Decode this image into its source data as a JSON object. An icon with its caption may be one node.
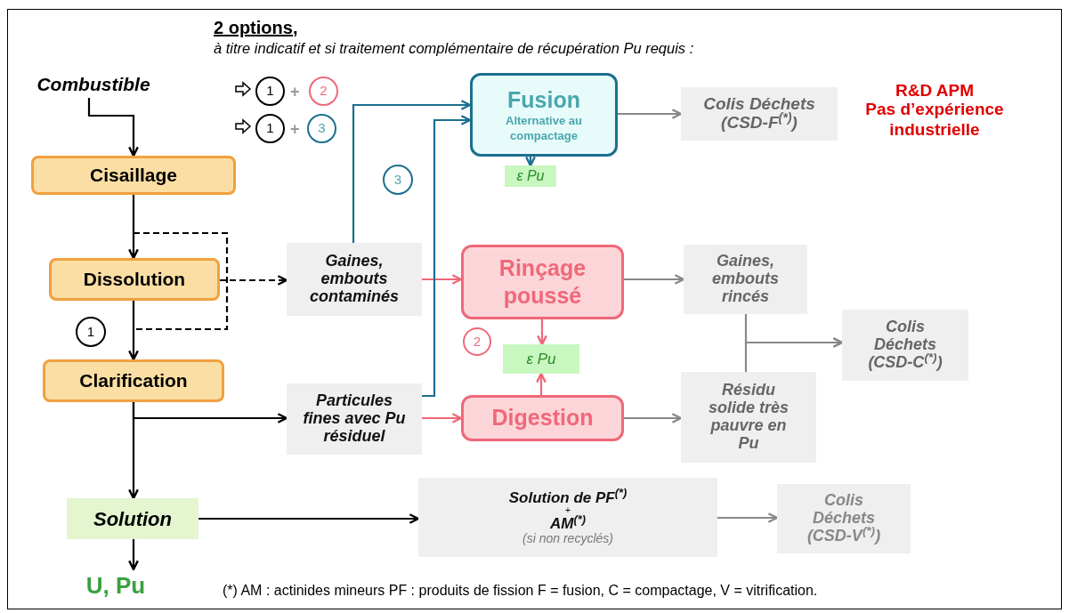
{
  "diagram": {
    "title": "2 options,",
    "caption": "(*) AM : actinides mineurs PF : produits de fission F = fusion, C = compactage, V = vitrification.",
    "nodes": [
      {
        "text": [
          "Combustible"
        ]
      },
      {
        "text": [
          "Cisaillage"
        ]
      },
      {
        "text": [
          "Dissolution"
        ]
      },
      {
        "text": [
          "1"
        ]
      },
      {
        "text": [
          "Clarification"
        ]
      },
      {
        "text": [
          "Solution"
        ]
      },
      {
        "text": [
          "U, Pu"
        ]
      },
      {
        "text": [
          "Gaines, embouts contaminés"
        ]
      },
      {
        "text": [
          "Particules fines avec Pu résiduel"
        ]
      },
      {
        "text": [
          "Fusion",
          "Alternative au compactage"
        ]
      },
      {
        "text": [
          "ε Pu"
        ]
      },
      {
        "text": [
          "Rinçage poussé"
        ]
      },
      {
        "text": [
          "2"
        ]
      },
      {
        "text": [
          "ε Pu"
        ]
      },
      {
        "text": [
          "Digestion"
        ]
      },
      {
        "text": [
          "Colis Déchets (CSD-F$^{(*)}$)"
        ]
      },
      {
        "text": [
          "Gaines, embouts rincés"
        ]
      },
      {
        "text": [
          "Colis Déchets (CSD-C$^{(*)}$)"
        ]
      },
      {
        "text": [
          "Résidu solide très pauvre en Pu"
        ]
      },
      {
        "text": [
          "Solution de PF$^{(*)}$",
          "+",
          "AM$^{(*)}$",
          "(si non recyclés)"
        ]
      },
      {
        "text": [
          "Colis Déchets (CSD-V$^{(*)}$)"
        ]
      },
      {
        "text": [
          "1"
        ]
      },
      {
        "text": [
          "2"
        ]
      },
      {
        "text": [
          "1"
        ]
      },
      {
        "text": [
          "3"
        ]
      },
      {
        "text": [
          "3"
        ]
      }
    ],
    "edges": [
      {
        "from": 0,
        "to": 1,
        "arrow": "to"
      },
      {
        "from": 1,
        "to": 2,
        "arrow": "to"
      },
      {
        "from": 2,
        "to": 4,
        "arrow": "to"
      },
      {
        "from": 2,
        "to": 7,
        "arrow": "to",
        "style": "dashed"
      },
      {
        "from": 4,
        "to": 8,
        "arrow": "to"
      },
      {
        "from": 4,
        "to": 5,
        "arrow": "to"
      },
      {
        "from": 5,
        "to": 6,
        "arrow": "to"
      },
      {
        "from": 5,
        "to": 19,
        "arrow": "to"
      },
      {
        "from": 7,
        "to": 11,
        "arrow": "to",
        "color": "#f06878"
      },
      {
        "from": 8,
        "to": 14,
        "arrow": "to",
        "color": "#f06878"
      },
      {
        "from": 11,
        "to": 13,
        "arrow": "to",
        "color": "#f06878"
      },
      {
        "from": 14,
        "to": 13,
        "arrow": "to",
        "color": "#f06878"
      },
      {
        "from": 7,
        "to": 9,
        "arrow": "to",
        "color": "#1b6f8f"
      },
      {
        "from": 8,
        "to": 9,
        "arrow": "to",
        "color": "#1b6f8f"
      },
      {
        "from": 9,
        "to": 10,
        "arrow": "to",
        "color": "#1b6f8f"
      },
      {
        "from": 9,
        "to": 15,
        "arrow": "to",
        "color": "#888888"
      },
      {
        "from": 11,
        "to": 16,
        "arrow": "to",
        "color": "#888888"
      },
      {
        "from": 14,
        "to": 18,
        "arrow": "to",
        "color": "#888888"
      },
      {
        "from": 16,
        "to": 17,
        "arrow": "to",
        "color": "#888888"
      },
      {
        "from": 18,
        "to": 17,
        "arrow": "to",
        "color": "#888888"
      },
      {
        "from": 19,
        "to": 20,
        "arrow": "to",
        "color": "#888888"
      }
    ],
    "labels": [
      "à titre indicatif et si traitement complémentaire de récupération Pu requis :",
      "+",
      "+",
      "R&D APM",
      "Pas d’expérience industrielle"
    ]
  }
}
